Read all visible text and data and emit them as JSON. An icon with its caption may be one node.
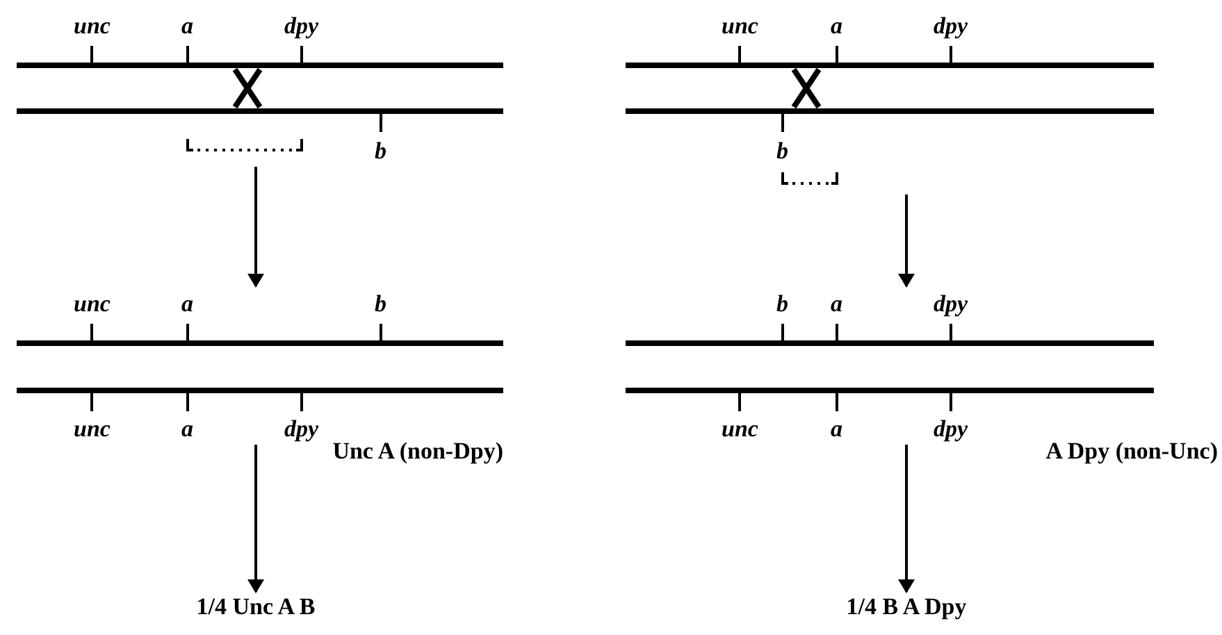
{
  "diagram": {
    "nodes": [
      {
        "text": [
          "unc",
          "a",
          "dpy",
          "b"
        ]
      },
      {
        "text": [
          "unc",
          "a",
          "b",
          "unc",
          "a",
          "dpy"
        ],
        "beside": [
          "Unc A (non-Dpy)"
        ]
      },
      {
        "text": [
          "1/4 Unc A B"
        ]
      },
      {
        "text": [
          "unc",
          "a",
          "dpy",
          "b"
        ]
      },
      {
        "text": [
          "b",
          "a",
          "dpy",
          "unc",
          "a",
          "dpy"
        ],
        "beside": [
          "A Dpy (non-Unc)"
        ]
      },
      {
        "text": [
          "1/4 B A Dpy"
        ]
      }
    ],
    "edges": [
      {
        "from": 0,
        "to": 1,
        "arrow": "to"
      },
      {
        "from": 1,
        "to": 2,
        "arrow": "to"
      },
      {
        "from": 3,
        "to": 4,
        "arrow": "to"
      },
      {
        "from": 4,
        "to": 5,
        "arrow": "to"
      }
    ]
  }
}
